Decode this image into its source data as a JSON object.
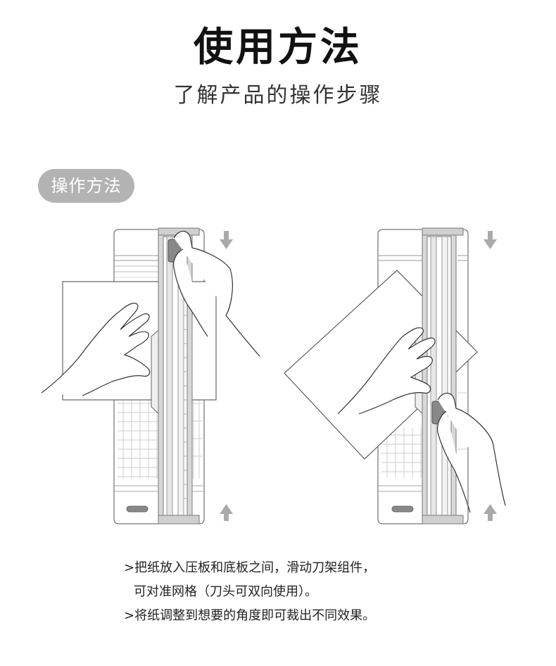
{
  "header": {
    "title": "使用方法",
    "subtitle": "了解产品的操作步骤"
  },
  "section": {
    "pill_label": "操作方法"
  },
  "figures": {
    "left": {
      "arrow_top": "down-arrow-icon",
      "arrow_bottom": "up-arrow-icon"
    },
    "right": {
      "arrow_top": "down-arrow-icon",
      "arrow_bottom": "up-arrow-icon"
    }
  },
  "instructions": {
    "line1": ">把纸放入压板和底板之间，滑动刀架组件，",
    "line2": "可对准网格（刀头可双向使用）。",
    "line3": ">将纸调整到想要的角度即可裁出不同效果。"
  },
  "colors": {
    "pill_bg": "#b3b3b3",
    "line": "#555555",
    "frame_gray": "#cfcfcf",
    "arrow_gray": "#aaaaaa"
  }
}
